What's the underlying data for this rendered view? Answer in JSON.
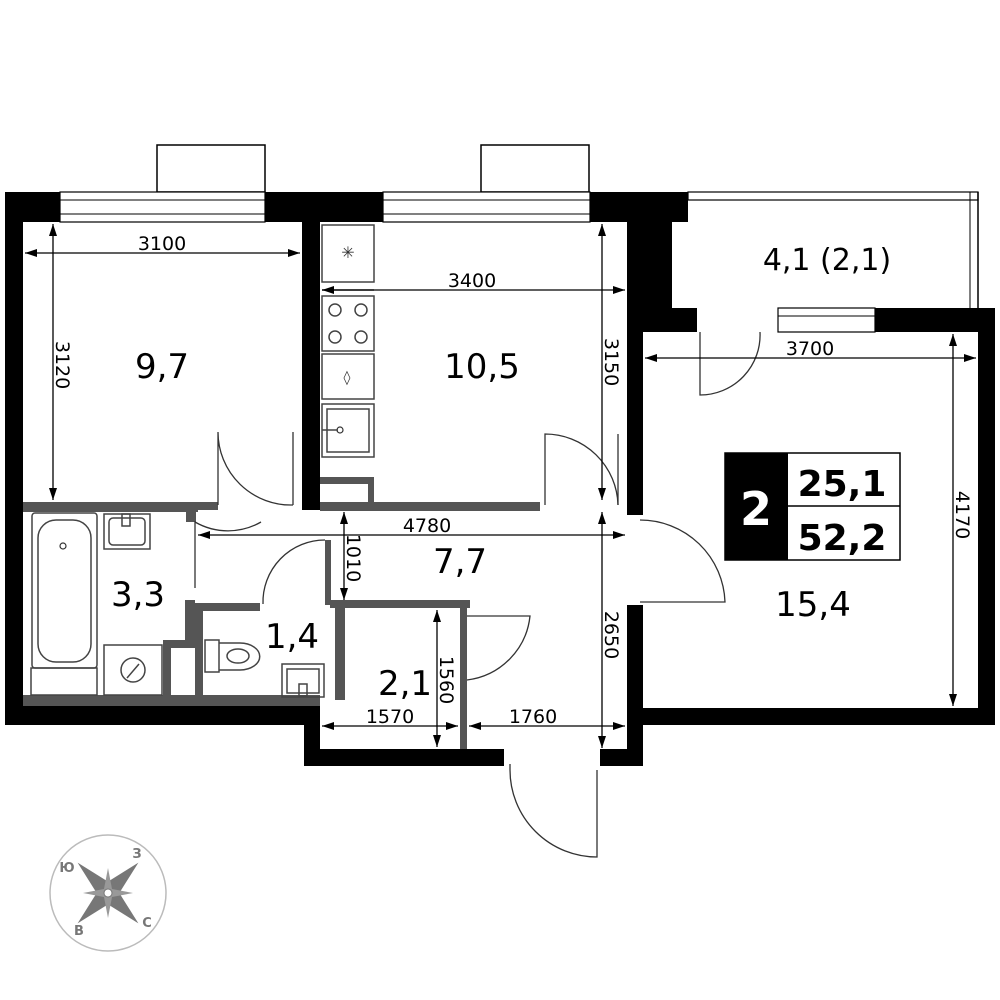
{
  "rooms": {
    "bedroom_left": "9,7",
    "kitchen": "10,5",
    "balcony": "4,1 (2,1)",
    "living": "15,4",
    "hall": "7,7",
    "bath": "3,3",
    "wc": "1,4",
    "storage": "2,1"
  },
  "dimensions": {
    "d3100": "3100",
    "d3120": "3120",
    "d3400": "3400",
    "d3150": "3150",
    "d3700": "3700",
    "d4170": "4170",
    "d4780": "4780",
    "d1010": "1010",
    "d2650": "2650",
    "d1560": "1560",
    "d1570": "1570",
    "d1760": "1760"
  },
  "badge": {
    "rooms_count": "2",
    "living_area": "25,1",
    "total_area": "52,2"
  },
  "compass": {
    "n1": "Ю",
    "n2": "З",
    "n3": "В",
    "n4": "С"
  },
  "colors": {
    "wall": "#000000",
    "partition": "#555555",
    "badge_bg": "#000000"
  }
}
